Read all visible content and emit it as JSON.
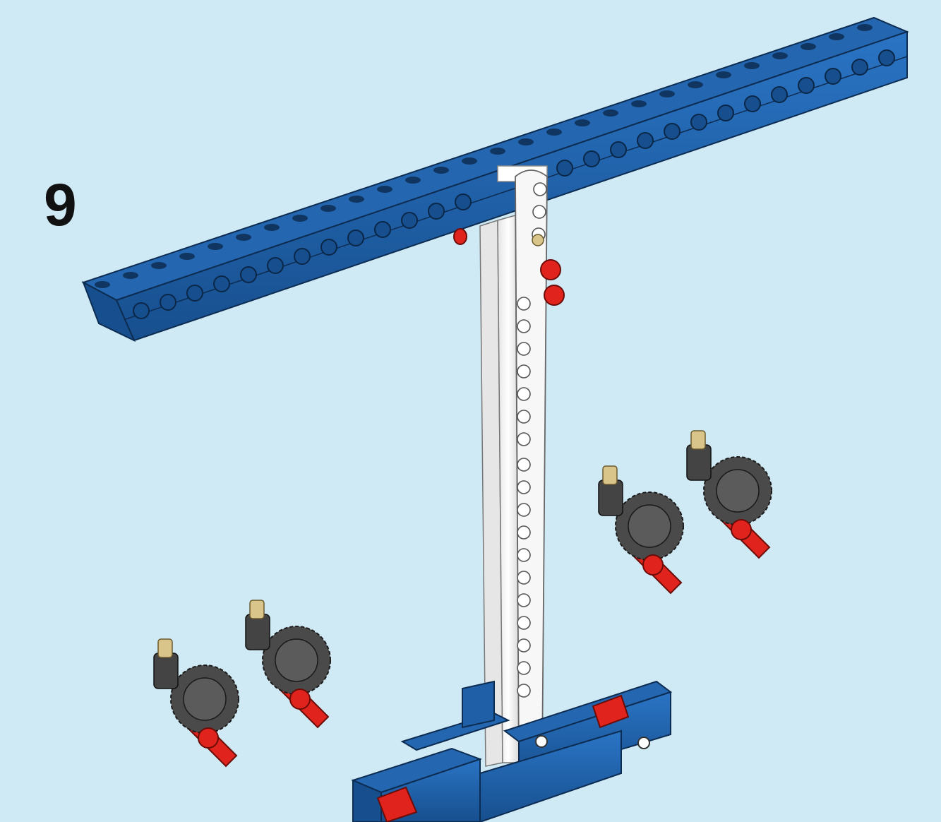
{
  "step": {
    "number": "9"
  },
  "colors": {
    "background": "#cfeaf5",
    "brick_blue": "#1e5fa8",
    "brick_blue_dark": "#143f73",
    "beam_white": "#f2f2f2",
    "axle_red": "#e0231c",
    "gear_gray": "#4a4a4a",
    "pin_tan": "#d9c48a"
  },
  "parts": {
    "top_beam": "blue-technic-brick-crossbar",
    "upright": "white-liftarm-upright",
    "base": "blue-brick-base",
    "subassemblies": [
      "gear-axle-assembly",
      "gear-axle-assembly",
      "gear-axle-assembly",
      "gear-axle-assembly"
    ]
  }
}
